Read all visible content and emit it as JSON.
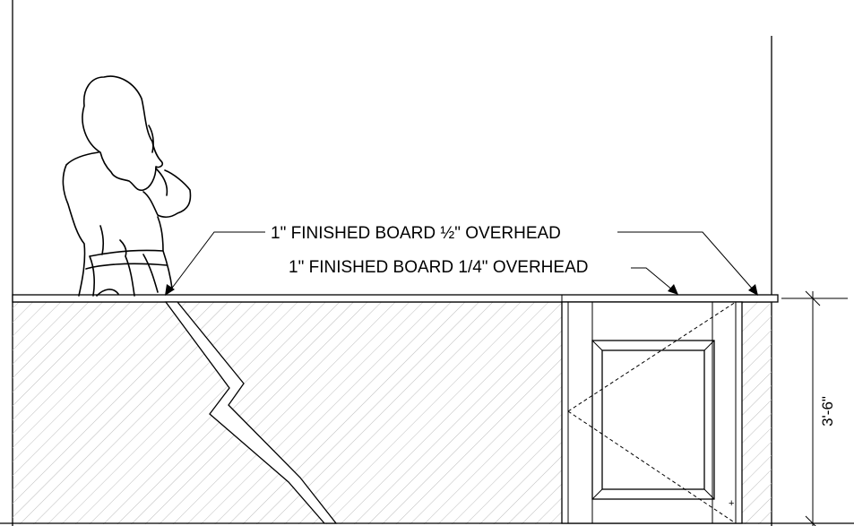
{
  "callouts": {
    "half_overhead": "1\" FINISHED BOARD ½\" OVERHEAD",
    "quarter_overhead": "1\" FINISHED BOARD 1/4\" OVERHEAD"
  },
  "dimension": {
    "height": "3'-6\""
  },
  "colors": {
    "line": "#000000",
    "hatch": "#bdbdbd",
    "background": "#ffffff"
  }
}
